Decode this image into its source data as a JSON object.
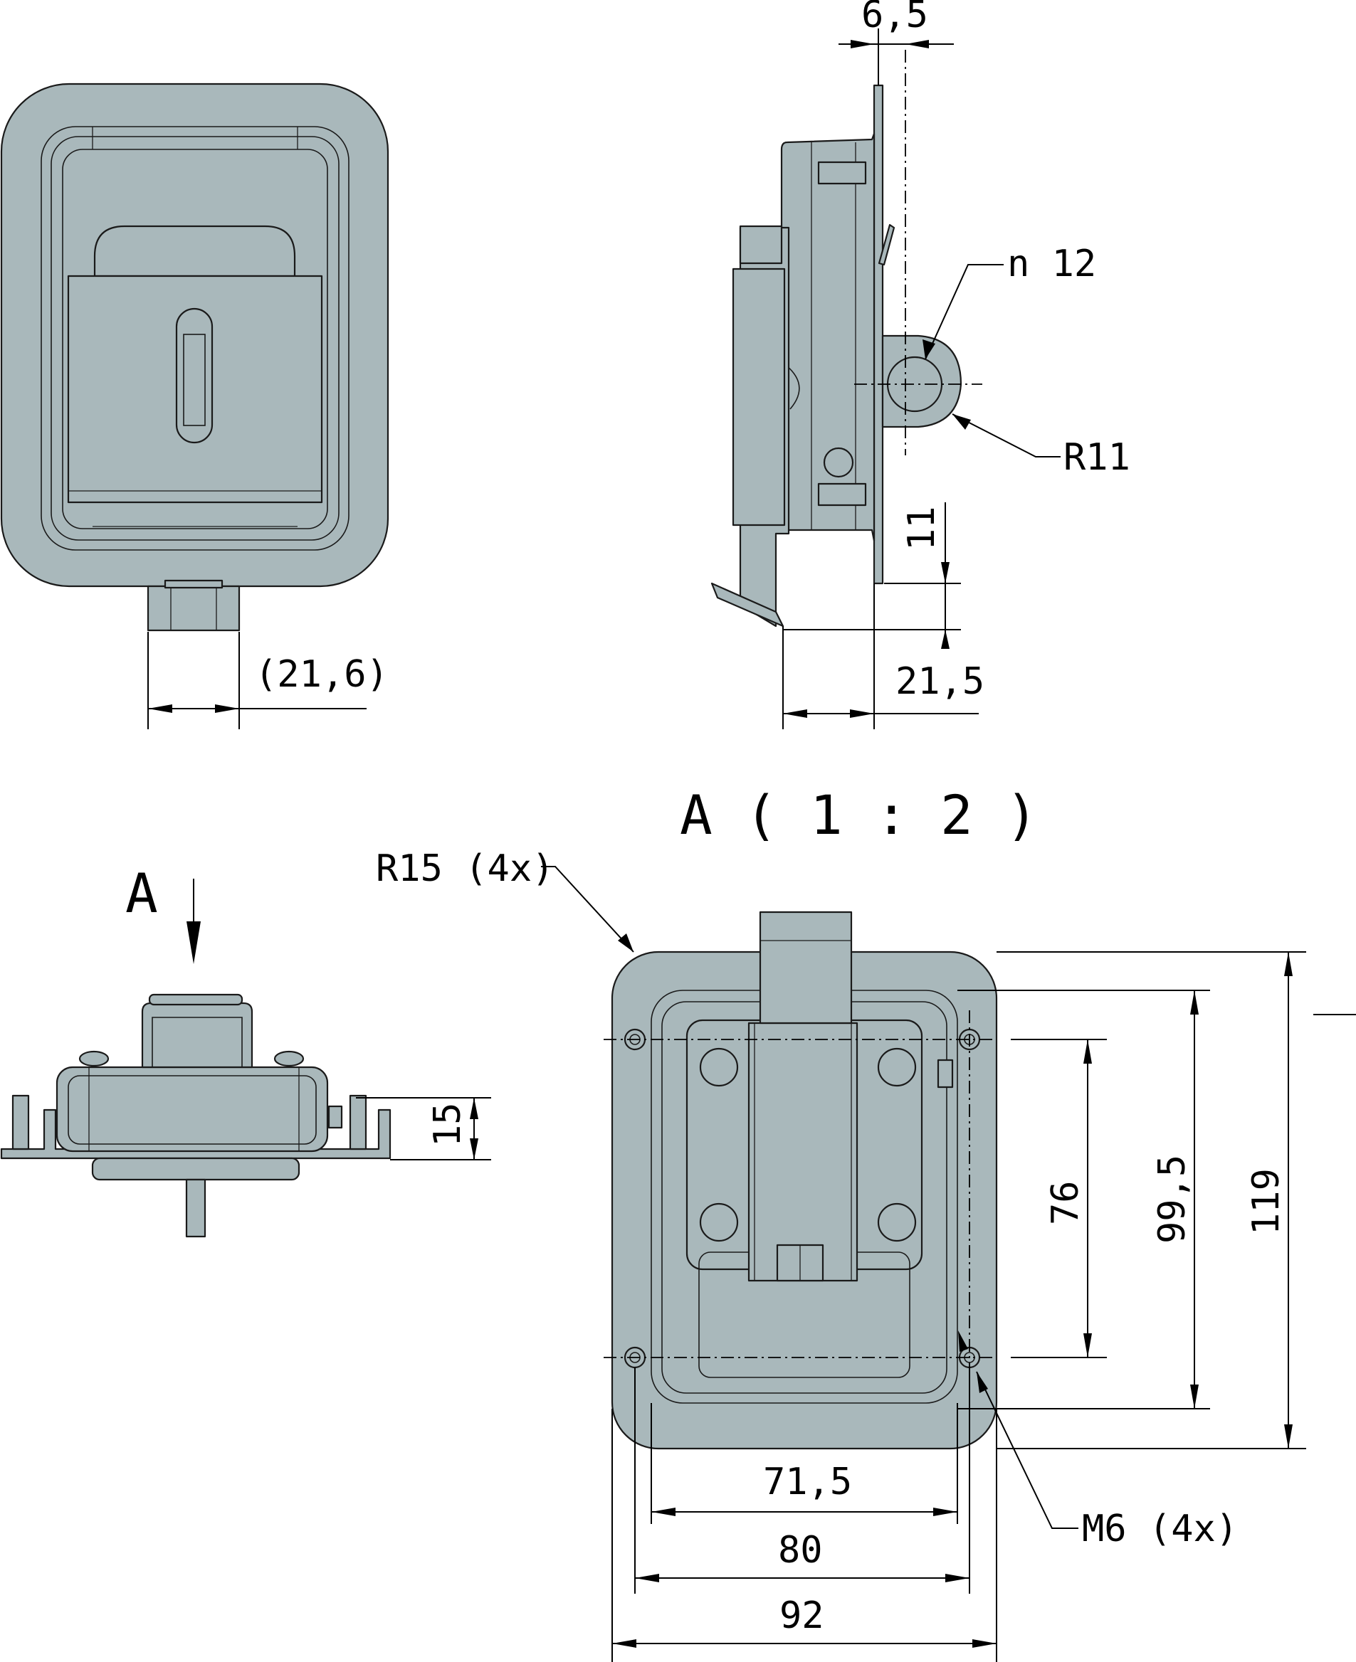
{
  "colors": {
    "part_fill": "#a9b8bb",
    "line": "#1a1a1a",
    "background": "#ffffff"
  },
  "labels": {
    "dim_6_5": "6,5",
    "dim_n12": "n 12",
    "dim_r11": "R11",
    "dim_11": "11",
    "dim_21_5": "21,5",
    "dim_21_6": "(21,6)",
    "view_marker": "A",
    "detail_title": "A ( 1 : 2 )",
    "dim_r15": "R15 (4x)",
    "dim_15": "15",
    "dim_76": "76",
    "dim_99_5": "99,5",
    "dim_119": "119",
    "dim_71_5": "71,5",
    "dim_80": "80",
    "dim_92": "92",
    "dim_m6": "M6 (4x)"
  }
}
